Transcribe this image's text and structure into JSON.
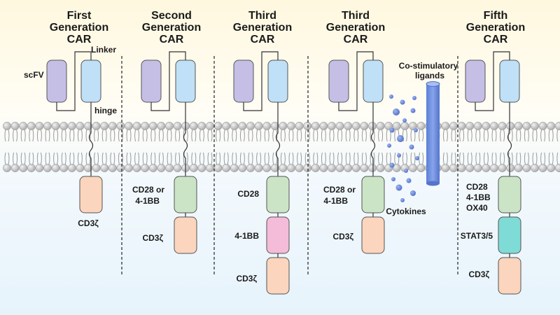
{
  "panels": [
    {
      "title_line1": "First",
      "title_line2": "Generation",
      "title_line3": "CAR"
    },
    {
      "title_line1": "Second",
      "title_line2": "Generation",
      "title_line3": "CAR"
    },
    {
      "title_line1": "Third",
      "title_line2": "Generation",
      "title_line3": "CAR"
    },
    {
      "title_line1": "Third",
      "title_line2": "Generation",
      "title_line3": "CAR"
    },
    {
      "title_line1": "Fifth",
      "title_line2": "Generation",
      "title_line3": "CAR"
    }
  ],
  "labels": {
    "scfv": "scFV",
    "linker": "Linker",
    "hinge": "hinge",
    "cd3z": "CD3ζ",
    "cd28_or": "CD28 or",
    "bb41": "4-1BB",
    "cd28": "CD28",
    "ox40": "OX40",
    "stat": "STAT3/5",
    "costim_line1": "Co-stimulatory",
    "costim_line2": "ligands",
    "cytokines": "Cytokines"
  },
  "colors": {
    "scfv": "#c5bfe6",
    "vh": "#bfe0f6",
    "cd3z": "#fbd5bd",
    "cd28": "#cce4c6",
    "bb41": "#f4bcd8",
    "stat": "#7fdbd6",
    "ligand": "#6f8fdc",
    "lipid_head": "#c9c9c9"
  }
}
